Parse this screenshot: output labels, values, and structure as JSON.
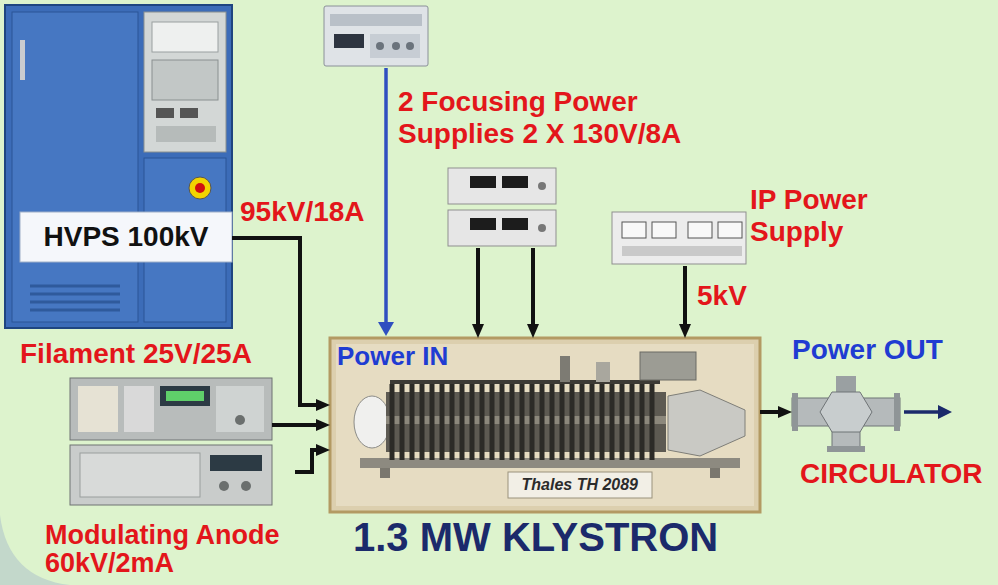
{
  "diagram": {
    "nodes": [
      {
        "text": [
          "HVPS 100kV"
        ]
      },
      {
        "text": [
          "2 Focusing Power Supplies 2 X 130V/8A"
        ]
      },
      {
        "text": [
          "IP Power Supply"
        ]
      },
      {
        "text": [
          "Filament 25V/25A"
        ]
      },
      {
        "text": [
          "Power IN",
          "Thales TH 2089",
          "1.3 MW KLYSTRON"
        ]
      },
      {
        "text": [
          "Power OUT",
          "CIRCULATOR"
        ]
      },
      {
        "text": [
          "Modulating Anode 60kV/2mA"
        ]
      }
    ],
    "edges": [
      {
        "from": 0,
        "to": 4,
        "arrow": "to",
        "label": "95kV/18A"
      },
      {
        "from": 1,
        "to": 4,
        "arrow": "to"
      },
      {
        "from": 1,
        "to": 4,
        "arrow": "to"
      },
      {
        "from": 2,
        "to": 4,
        "arrow": "to",
        "label": "5kV"
      },
      {
        "from": 3,
        "to": 4,
        "arrow": "to"
      },
      {
        "from": 6,
        "to": 4,
        "arrow": "to"
      },
      {
        "from": 4,
        "to": 5,
        "arrow": "to"
      }
    ]
  }
}
